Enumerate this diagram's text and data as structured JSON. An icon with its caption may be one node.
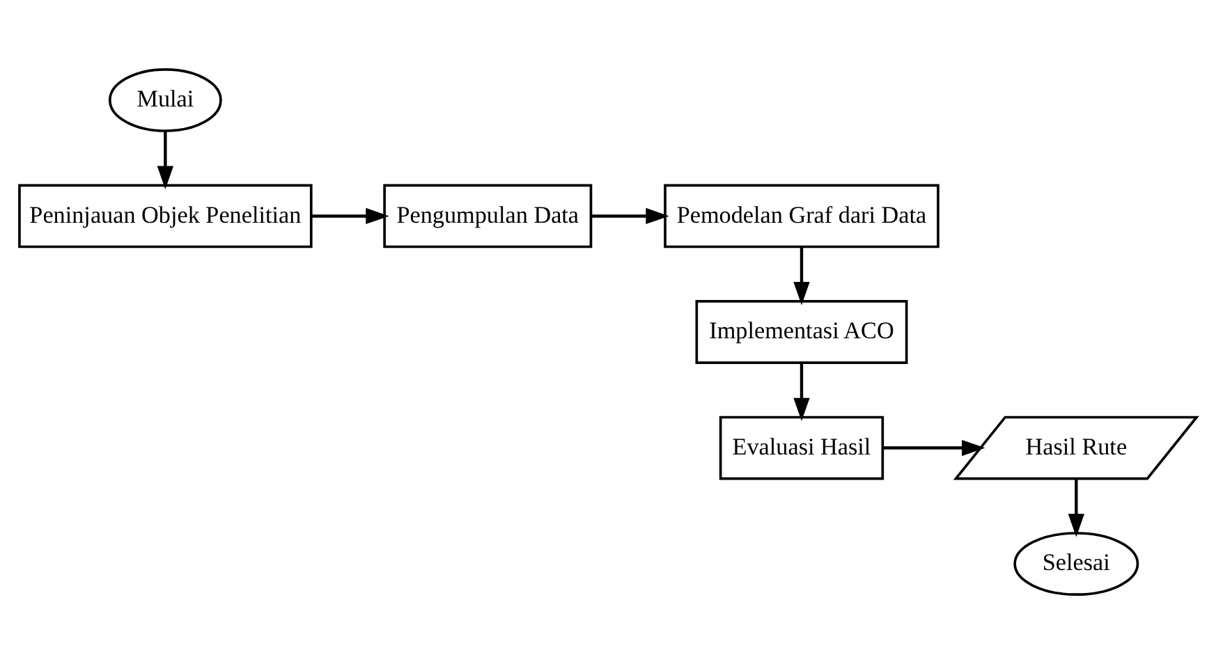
{
  "diagram": {
    "nodes": [
      {
        "text": [
          "Mulai"
        ]
      },
      {
        "text": [
          "Peninjauan Objek Penelitian"
        ]
      },
      {
        "text": [
          "Pengumpulan Data"
        ]
      },
      {
        "text": [
          "Pemodelan Graf dari Data"
        ]
      },
      {
        "text": [
          "Implementasi ACO"
        ]
      },
      {
        "text": [
          "Evaluasi Hasil"
        ]
      },
      {
        "text": [
          "Hasil Rute"
        ]
      },
      {
        "text": [
          "Selesai"
        ]
      }
    ],
    "edges": [
      {
        "from": 0,
        "to": 1,
        "arrow": "to"
      },
      {
        "from": 1,
        "to": 2,
        "arrow": "to"
      },
      {
        "from": 2,
        "to": 3,
        "arrow": "to"
      },
      {
        "from": 3,
        "to": 4,
        "arrow": "to"
      },
      {
        "from": 4,
        "to": 5,
        "arrow": "to"
      },
      {
        "from": 5,
        "to": 6,
        "arrow": "to"
      },
      {
        "from": 6,
        "to": 7,
        "arrow": "to"
      }
    ]
  }
}
